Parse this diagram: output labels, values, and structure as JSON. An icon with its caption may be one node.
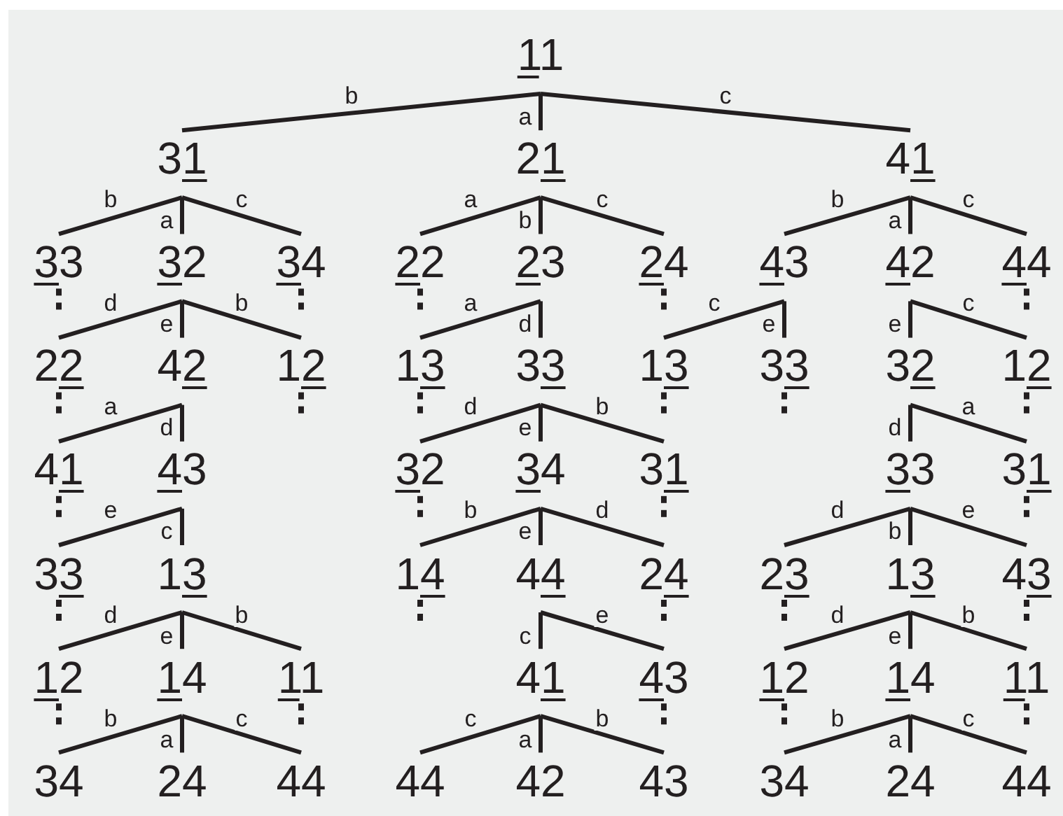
{
  "diagram": {
    "nodes": [
      {
        "text": [
          "11"
        ]
      },
      {
        "text": [
          "31"
        ]
      },
      {
        "text": [
          "21"
        ]
      },
      {
        "text": [
          "41"
        ]
      },
      {
        "text": [
          "33"
        ]
      },
      {
        "text": [
          "32"
        ]
      },
      {
        "text": [
          "34"
        ]
      },
      {
        "text": [
          "22"
        ]
      },
      {
        "text": [
          "23"
        ]
      },
      {
        "text": [
          "24"
        ]
      },
      {
        "text": [
          "43"
        ]
      },
      {
        "text": [
          "42"
        ]
      },
      {
        "text": [
          "44"
        ]
      },
      {
        "text": [
          "22"
        ]
      },
      {
        "text": [
          "42"
        ]
      },
      {
        "text": [
          "12"
        ]
      },
      {
        "text": [
          "13"
        ]
      },
      {
        "text": [
          "33"
        ]
      },
      {
        "text": [
          "13"
        ]
      },
      {
        "text": [
          "33"
        ]
      },
      {
        "text": [
          "32"
        ]
      },
      {
        "text": [
          "12"
        ]
      },
      {
        "text": [
          "41"
        ]
      },
      {
        "text": [
          "43"
        ]
      },
      {
        "text": [
          "32"
        ]
      },
      {
        "text": [
          "34"
        ]
      },
      {
        "text": [
          "31"
        ]
      },
      {
        "text": [
          "33"
        ]
      },
      {
        "text": [
          "31"
        ]
      },
      {
        "text": [
          "33"
        ]
      },
      {
        "text": [
          "13"
        ]
      },
      {
        "text": [
          "14"
        ]
      },
      {
        "text": [
          "44"
        ]
      },
      {
        "text": [
          "24"
        ]
      },
      {
        "text": [
          "23"
        ]
      },
      {
        "text": [
          "13"
        ]
      },
      {
        "text": [
          "43"
        ]
      },
      {
        "text": [
          "12"
        ]
      },
      {
        "text": [
          "14"
        ]
      },
      {
        "text": [
          "11"
        ]
      },
      {
        "text": [
          "41"
        ]
      },
      {
        "text": [
          "43"
        ]
      },
      {
        "text": [
          "12"
        ]
      },
      {
        "text": [
          "14"
        ]
      },
      {
        "text": [
          "11"
        ]
      },
      {
        "text": [
          "34"
        ]
      },
      {
        "text": [
          "24"
        ]
      },
      {
        "text": [
          "44"
        ]
      },
      {
        "text": [
          "44"
        ]
      },
      {
        "text": [
          "42"
        ]
      },
      {
        "text": [
          "43"
        ]
      },
      {
        "text": [
          "34"
        ]
      },
      {
        "text": [
          "24"
        ]
      },
      {
        "text": [
          "44"
        ]
      }
    ],
    "edges": [
      {
        "from": 0,
        "to": 1,
        "label": "b",
        "arrow": "none"
      },
      {
        "from": 0,
        "to": 2,
        "label": "a",
        "arrow": "none"
      },
      {
        "from": 0,
        "to": 3,
        "label": "c",
        "arrow": "none"
      },
      {
        "from": 1,
        "to": 4,
        "label": "b",
        "arrow": "none"
      },
      {
        "from": 1,
        "to": 5,
        "label": "a",
        "arrow": "none"
      },
      {
        "from": 1,
        "to": 6,
        "label": "c",
        "arrow": "none"
      },
      {
        "from": 2,
        "to": 7,
        "label": "a",
        "arrow": "none"
      },
      {
        "from": 2,
        "to": 8,
        "label": "b",
        "arrow": "none"
      },
      {
        "from": 2,
        "to": 9,
        "label": "c",
        "arrow": "none"
      },
      {
        "from": 3,
        "to": 10,
        "label": "b",
        "arrow": "none"
      },
      {
        "from": 3,
        "to": 11,
        "label": "a",
        "arrow": "none"
      },
      {
        "from": 3,
        "to": 12,
        "label": "c",
        "arrow": "none"
      },
      {
        "from": 5,
        "to": 13,
        "label": "d",
        "arrow": "none"
      },
      {
        "from": 5,
        "to": 14,
        "label": "e",
        "arrow": "none"
      },
      {
        "from": 5,
        "to": 15,
        "label": "b",
        "arrow": "none"
      },
      {
        "from": 8,
        "to": 16,
        "label": "a",
        "arrow": "none"
      },
      {
        "from": 8,
        "to": 17,
        "label": "d",
        "arrow": "none"
      },
      {
        "from": 10,
        "to": 18,
        "label": "c",
        "arrow": "none"
      },
      {
        "from": 10,
        "to": 19,
        "label": "e",
        "arrow": "none"
      },
      {
        "from": 11,
        "to": 20,
        "label": "e",
        "arrow": "none"
      },
      {
        "from": 11,
        "to": 21,
        "label": "c",
        "arrow": "none"
      },
      {
        "from": 14,
        "to": 22,
        "label": "a",
        "arrow": "none"
      },
      {
        "from": 14,
        "to": 23,
        "label": "d",
        "arrow": "none"
      },
      {
        "from": 17,
        "to": 24,
        "label": "d",
        "arrow": "none"
      },
      {
        "from": 17,
        "to": 25,
        "label": "e",
        "arrow": "none"
      },
      {
        "from": 17,
        "to": 26,
        "label": "b",
        "arrow": "none"
      },
      {
        "from": 20,
        "to": 27,
        "label": "d",
        "arrow": "none"
      },
      {
        "from": 20,
        "to": 28,
        "label": "a",
        "arrow": "none"
      },
      {
        "from": 23,
        "to": 29,
        "label": "e",
        "arrow": "none"
      },
      {
        "from": 23,
        "to": 30,
        "label": "c",
        "arrow": "none"
      },
      {
        "from": 25,
        "to": 31,
        "label": "b",
        "arrow": "none"
      },
      {
        "from": 25,
        "to": 32,
        "label": "e",
        "arrow": "none"
      },
      {
        "from": 25,
        "to": 33,
        "label": "d",
        "arrow": "none"
      },
      {
        "from": 27,
        "to": 34,
        "label": "d",
        "arrow": "none"
      },
      {
        "from": 27,
        "to": 35,
        "label": "b",
        "arrow": "none"
      },
      {
        "from": 27,
        "to": 36,
        "label": "e",
        "arrow": "none"
      },
      {
        "from": 30,
        "to": 37,
        "label": "d",
        "arrow": "none"
      },
      {
        "from": 30,
        "to": 38,
        "label": "e",
        "arrow": "none"
      },
      {
        "from": 30,
        "to": 39,
        "label": "b",
        "arrow": "none"
      },
      {
        "from": 32,
        "to": 40,
        "label": "c",
        "arrow": "none"
      },
      {
        "from": 32,
        "to": 41,
        "label": "e",
        "arrow": "none"
      },
      {
        "from": 35,
        "to": 42,
        "label": "d",
        "arrow": "none"
      },
      {
        "from": 35,
        "to": 43,
        "label": "e",
        "arrow": "none"
      },
      {
        "from": 35,
        "to": 44,
        "label": "b",
        "arrow": "none"
      },
      {
        "from": 38,
        "to": 45,
        "label": "b",
        "arrow": "none"
      },
      {
        "from": 38,
        "to": 46,
        "label": "a",
        "arrow": "none"
      },
      {
        "from": 38,
        "to": 47,
        "label": "c",
        "arrow": "none"
      },
      {
        "from": 40,
        "to": 48,
        "label": "c",
        "arrow": "none"
      },
      {
        "from": 40,
        "to": 49,
        "label": "a",
        "arrow": "none"
      },
      {
        "from": 40,
        "to": 50,
        "label": "b",
        "arrow": "none"
      },
      {
        "from": 43,
        "to": 51,
        "label": "b",
        "arrow": "none"
      },
      {
        "from": 43,
        "to": 52,
        "label": "a",
        "arrow": "none"
      },
      {
        "from": 43,
        "to": 53,
        "label": "c",
        "arrow": "none"
      }
    ]
  }
}
